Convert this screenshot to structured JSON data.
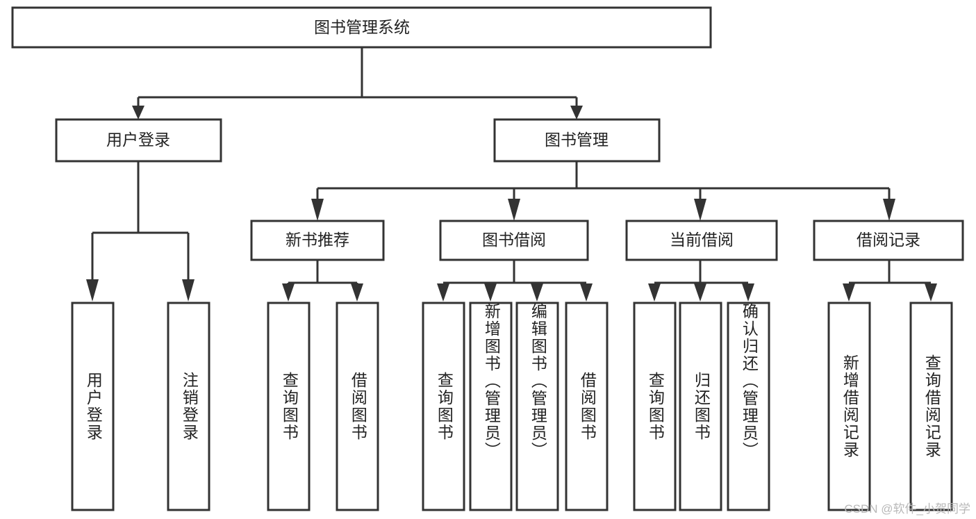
{
  "diagram": {
    "type": "tree-hierarchy",
    "title": "图书管理系统",
    "watermark": "CSDN @软件_小贺同学",
    "colors": {
      "background": "#ffffff",
      "box_fill": "#ffffff",
      "box_stroke": "#333333",
      "text": "#222222",
      "watermark": "#b8b8b8"
    },
    "root": {
      "label": "图书管理系统",
      "orientation": "horizontal"
    },
    "level2": [
      {
        "id": "user-login",
        "label": "用户登录",
        "orientation": "horizontal"
      },
      {
        "id": "book-manage",
        "label": "图书管理",
        "orientation": "horizontal"
      }
    ],
    "level3": [
      {
        "id": "new-book-recommend",
        "label": "新书推荐",
        "orientation": "horizontal",
        "parent": "book-manage"
      },
      {
        "id": "book-borrow",
        "label": "图书借阅",
        "orientation": "horizontal",
        "parent": "book-manage"
      },
      {
        "id": "current-borrow",
        "label": "当前借阅",
        "orientation": "horizontal",
        "parent": "book-manage"
      },
      {
        "id": "borrow-record",
        "label": "借阅记录",
        "orientation": "horizontal",
        "parent": "book-manage"
      }
    ],
    "leaves": [
      {
        "id": "leaf-user-login",
        "label": "用户登录",
        "orientation": "vertical",
        "parent": "user-login"
      },
      {
        "id": "leaf-logout-login",
        "label": "注销登录",
        "orientation": "vertical",
        "parent": "user-login"
      },
      {
        "id": "leaf-query-book-1",
        "label": "查询图书",
        "orientation": "vertical",
        "parent": "new-book-recommend"
      },
      {
        "id": "leaf-borrow-book-1",
        "label": "借阅图书",
        "orientation": "vertical",
        "parent": "new-book-recommend"
      },
      {
        "id": "leaf-query-book-2",
        "label": "查询图书",
        "orientation": "vertical",
        "parent": "book-borrow"
      },
      {
        "id": "leaf-add-book",
        "label": "新增图书（管理员）",
        "orientation": "vertical",
        "parent": "book-borrow"
      },
      {
        "id": "leaf-edit-book",
        "label": "编辑图书（管理员）",
        "orientation": "vertical",
        "parent": "book-borrow"
      },
      {
        "id": "leaf-borrow-book-2",
        "label": "借阅图书",
        "orientation": "vertical",
        "parent": "book-borrow"
      },
      {
        "id": "leaf-query-book-3",
        "label": "查询图书",
        "orientation": "vertical",
        "parent": "current-borrow"
      },
      {
        "id": "leaf-return-book",
        "label": "归还图书",
        "orientation": "vertical",
        "parent": "current-borrow"
      },
      {
        "id": "leaf-confirm-return",
        "label": "确认归还（管理员）",
        "orientation": "vertical",
        "parent": "current-borrow"
      },
      {
        "id": "leaf-add-record",
        "label": "新增借阅记录",
        "orientation": "vertical",
        "parent": "borrow-record"
      },
      {
        "id": "leaf-query-record",
        "label": "查询借阅记录",
        "orientation": "vertical",
        "parent": "borrow-record"
      }
    ]
  }
}
